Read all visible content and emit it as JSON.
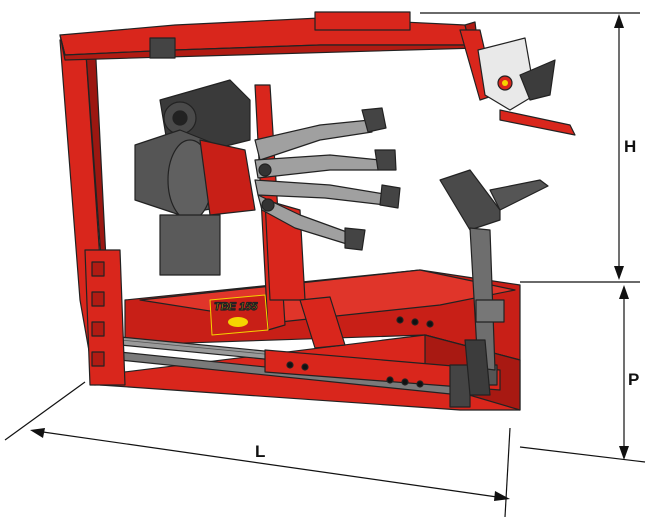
{
  "dimensions": {
    "height_label": "H",
    "depth_label": "P",
    "length_label": "L"
  },
  "machine": {
    "badge_text": "TBE 155",
    "primary_color": "#d9261c",
    "dark_shade": "#9c1711",
    "gray_parts": "#6e6e6e",
    "dark_gray": "#3c3c3c"
  },
  "icons": {
    "control_box": "control-panel-icon",
    "emergency_button": "emergency-stop-icon"
  }
}
